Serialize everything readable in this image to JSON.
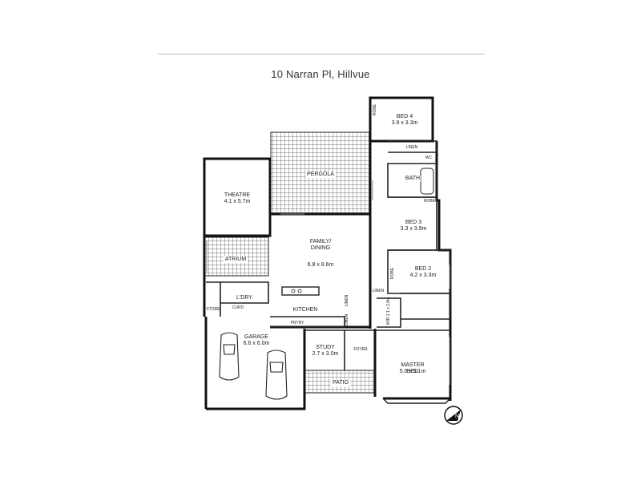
{
  "plan": {
    "title": "10 Narran Pl, Hillvue",
    "rooms": {
      "bed4": {
        "name": "BED 4",
        "dims": "3.9 x 3.3m"
      },
      "theatre": {
        "name": "THEATRE",
        "dims": "4.1 x 5.7m"
      },
      "pergola": {
        "name": "PERGOLA"
      },
      "family": {
        "name": "FAMILY/\nDINING",
        "dims": "6.8 x 8.6m"
      },
      "atrium": {
        "name": "ATRIUM"
      },
      "bath": {
        "name": "BATH"
      },
      "bed3": {
        "name": "BED 3",
        "dims": "3.3 x 3.9m"
      },
      "bed2": {
        "name": "BED 2",
        "dims": "4.2 x 3.3m"
      },
      "laundry": {
        "name": "L'DRY"
      },
      "kitchen": {
        "name": "KITCHEN"
      },
      "garage": {
        "name": "GARAGE",
        "dims": "6.6 x 6.0m"
      },
      "study": {
        "name": "STUDY",
        "dims": "2.7 x 3.0m"
      },
      "foyer": {
        "name": "FOYER"
      },
      "master": {
        "name": "MASTER\nBED",
        "dims": "5.0 x 5.1m"
      },
      "patio": {
        "name": "PATIO"
      },
      "wir": {
        "name": "WIR",
        "dims": "2.1 x 2.8m"
      }
    },
    "small_labels": {
      "robe1": "ROBE",
      "robe2": "ROBE",
      "robe3": "ROBE",
      "linen1": "LINEN",
      "linen2": "LINEN",
      "linen3": "LINEN",
      "linen4": "LINEN",
      "store": "STORE",
      "cupd": "CUPD",
      "pntry": "PNTRY",
      "wc": "WC"
    },
    "north_symbol": "N"
  }
}
